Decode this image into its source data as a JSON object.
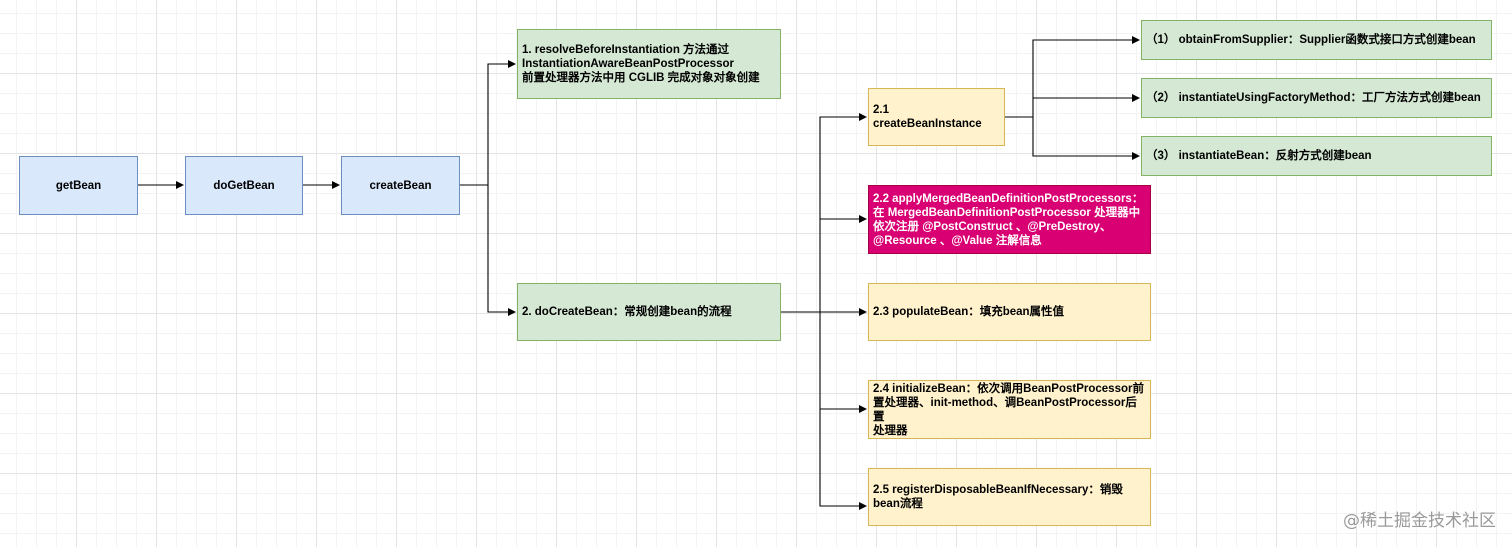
{
  "nodes": {
    "get_bean": "getBean",
    "do_get_bean": "doGetBean",
    "create_bean": "createBean",
    "resolve_before": "1. resolveBeforeInstantiation 方法通过\nInstantiationAwareBeanPostProcessor\n前置处理器方法中用 CGLIB 完成对象对象创建",
    "do_create_bean": "2. doCreateBean：常规创建bean的流程",
    "create_bean_instance": "2.1 createBeanInstance",
    "obtain_from_supplier": "（1） obtainFromSupplier：Supplier函数式接口方式创建bean",
    "instantiate_factory": "（2） instantiateUsingFactoryMethod：工厂方法方式创建bean",
    "instantiate_bean": "（3） instantiateBean：反射方式创建bean",
    "apply_merged": "2.2 applyMergedBeanDefinitionPostProcessors：\n在 MergedBeanDefinitionPostProcessor 处理器中\n依次注册 @PostConstruct 、@PreDestroy、\n@Resource 、@Value 注解信息",
    "populate_bean": "2.3 populateBean：填充bean属性值",
    "initialize_bean": "2.4 initializeBean：依次调用BeanPostProcessor前\n置处理器、init-method、调BeanPostProcessor后置\n处理器",
    "register_disposable": "2.5 registerDisposableBeanIfNecessary：销毁\nbean流程"
  },
  "watermark": "@稀土掘金技术社区",
  "colors": {
    "blue_fill": "#dae8fc",
    "green_fill": "#d5e8d4",
    "yellow_fill": "#fff2cc",
    "magenta_fill": "#d80073"
  }
}
